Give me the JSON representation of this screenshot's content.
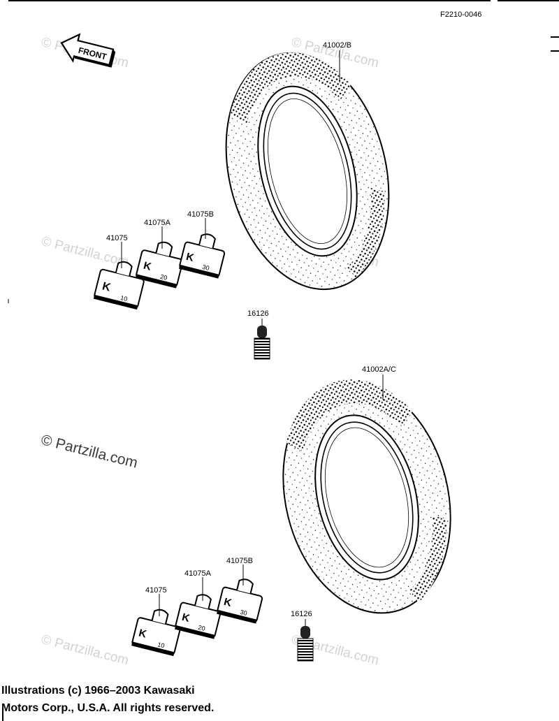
{
  "figure_number": "F2210-0046",
  "direction_label": "FRONT",
  "parts": {
    "rear_tire": "41002/B",
    "front_tire": "41002A/C",
    "valve_upper": "16126",
    "valve_lower": "16126",
    "weight_10_upper": "41075",
    "weight_20_upper": "41075A",
    "weight_30_upper": "41075B",
    "weight_10_lower": "41075",
    "weight_20_lower": "41075A",
    "weight_30_lower": "41075B"
  },
  "weight_marks": {
    "w10": "10",
    "w20": "20",
    "w30": "30"
  },
  "watermark": "© Partzilla.com",
  "copyright": {
    "line1": "Illustrations (c) 1966–2003 Kawasaki",
    "line2": "Motors Corp., U.S.A.  All rights reserved."
  },
  "colors": {
    "ink": "#000000",
    "watermark_light": "#d2d2d2",
    "watermark_dark": "#3a3a3a"
  }
}
